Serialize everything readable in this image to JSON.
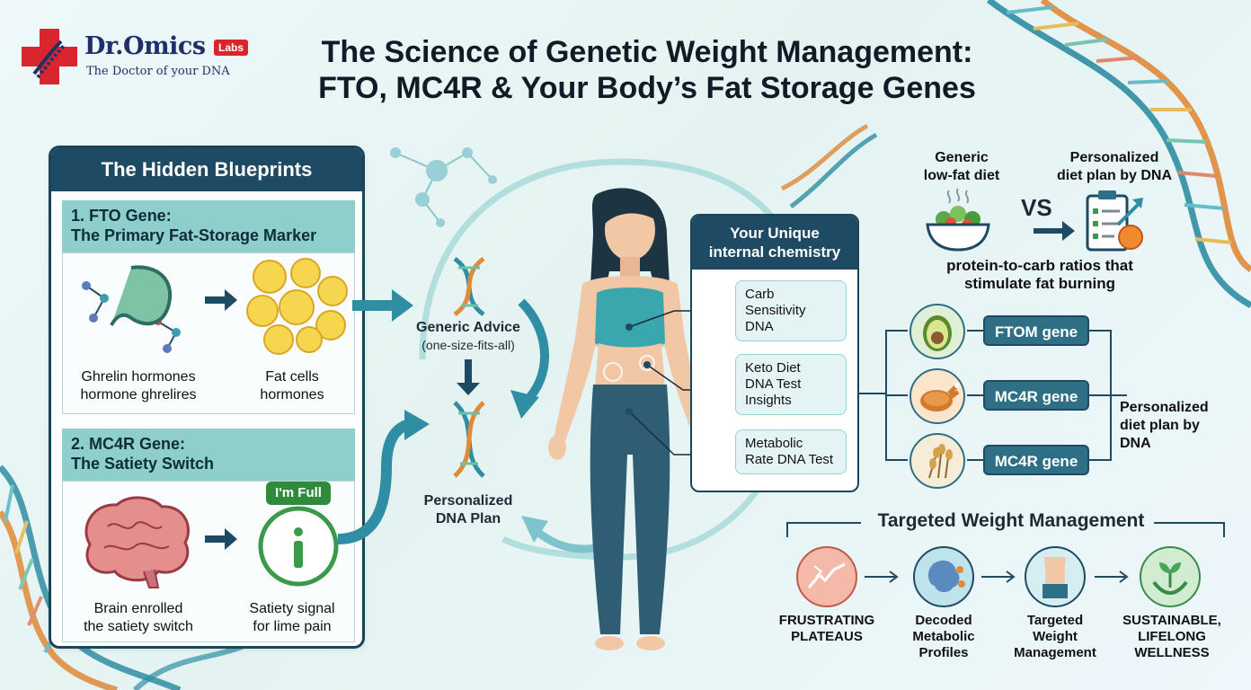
{
  "logo": {
    "name": "Dr.Omics",
    "badge": "Labs",
    "tagline": "The Doctor of your DNA"
  },
  "title": {
    "line1": "The Science of Genetic Weight Management:",
    "line2": "FTO, MC4R & Your Body’s Fat Storage Genes"
  },
  "left_panel": {
    "header": "The Hidden Blueprints",
    "fto": {
      "heading_line1": "1. FTO Gene:",
      "heading_line2": "The Primary Fat-Storage Marker",
      "caption_left_1": "Ghrelin hormones",
      "caption_left_2": "hormone ghrelires",
      "caption_right_1": "Fat cells",
      "caption_right_2": "hormones"
    },
    "mc4r": {
      "heading_line1": "2. MC4R Gene:",
      "heading_line2": "The Satiety Switch",
      "bubble": "I'm Full",
      "caption_left_1": "Brain enrolled",
      "caption_left_2": "the satiety switch",
      "caption_right_1": "Satiety signal",
      "caption_right_2": "for lime pain"
    }
  },
  "center": {
    "generic_advice": "Generic Advice",
    "generic_sub": "(one-size-fits-all)",
    "plan_line1": "Personalized",
    "plan_line2": "DNA Plan"
  },
  "chemistry": {
    "header_line1": "Your Unique",
    "header_line2": "internal chemistry",
    "items": [
      {
        "l1": "Carb",
        "l2": "Sensitivity",
        "l3": "DNA"
      },
      {
        "l1": "Keto Diet",
        "l2": "DNA Test",
        "l3": "Insights"
      },
      {
        "l1": "Metabolic",
        "l2": "Rate DNA Test",
        "l3": ""
      }
    ]
  },
  "compare": {
    "left_line1": "Generic",
    "left_line2": "low-fat diet",
    "right_line1": "Personalized",
    "right_line2": "diet plan by DNA",
    "vs": "VS",
    "note_line1": "protein-to-carb ratios that",
    "note_line2": "stimulate fat burning"
  },
  "genes": {
    "pills": [
      "FTOM gene",
      "MC4R gene",
      "MC4R gene"
    ],
    "result_line1": "Personalized",
    "result_line2": "diet plan by",
    "result_line3": "DNA"
  },
  "targeted": {
    "title": "Targeted Weight Management",
    "steps": [
      {
        "l1": "FRUSTRATING",
        "l2": "PLATEAUS",
        "l3": ""
      },
      {
        "l1": "Decoded",
        "l2": "Metabolic",
        "l3": "Profiles"
      },
      {
        "l1": "Targeted",
        "l2": "Weight",
        "l3": "Management"
      },
      {
        "l1": "SUSTAINABLE,",
        "l2": "LIFELONG",
        "l3": "WELLNESS"
      }
    ]
  },
  "colors": {
    "navy": "#1f4a63",
    "teal": "#2f6f86",
    "light_teal": "#8ecfcb",
    "brand_red": "#d9262e",
    "brand_blue": "#1f2f68"
  }
}
